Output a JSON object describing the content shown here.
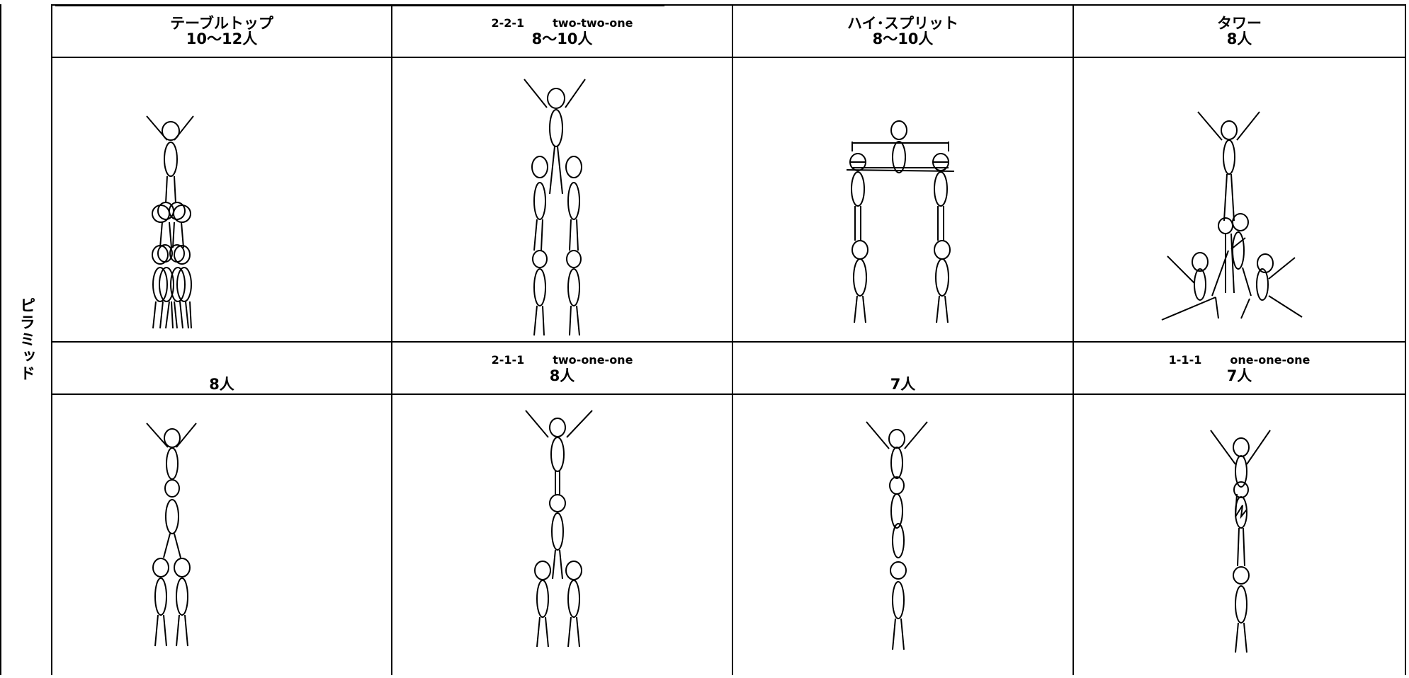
{
  "page": {
    "side_label": "ピラミッド"
  },
  "row1": [
    {
      "name": "テーブルトップ",
      "count": "10～12人"
    },
    {
      "code": "2-2-1",
      "english": "two-two-one",
      "count": "8～10人"
    },
    {
      "name": "ハイ･スプリット",
      "count": "8～10人"
    },
    {
      "name": "タワー",
      "count": "8人"
    }
  ],
  "row2": [
    {
      "count": "8人"
    },
    {
      "code": "2-1-1",
      "english": "two-one-one",
      "count": "8人"
    },
    {
      "count": "7人"
    },
    {
      "code": "1-1-1",
      "english": "one-one-one",
      "count": "7人"
    }
  ]
}
